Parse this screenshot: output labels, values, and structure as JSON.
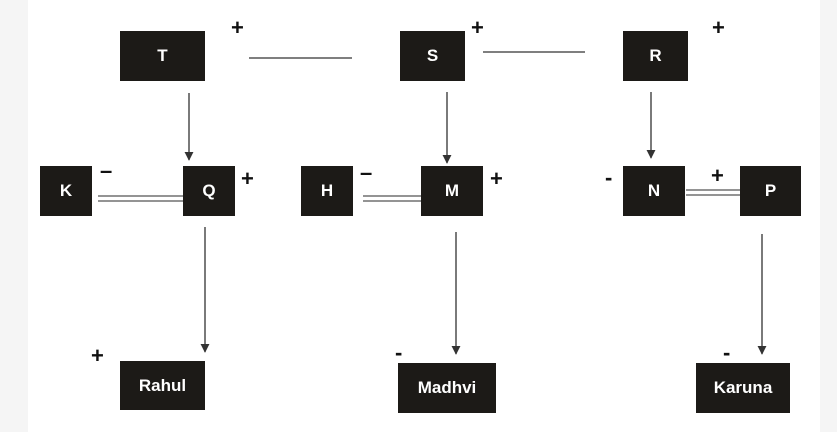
{
  "nodes": {
    "T": "T",
    "S": "S",
    "R": "R",
    "K": "K",
    "Q": "Q",
    "H": "H",
    "M": "M",
    "N": "N",
    "P": "P",
    "Rahul": "Rahul",
    "Madhvi": "Madhvi",
    "Karuna": "Karuna"
  },
  "signs": {
    "T": "+",
    "S": "+",
    "R": "+",
    "K": "–",
    "Q": "+",
    "H": "–",
    "M": "+",
    "N": "-",
    "P": "+",
    "Rahul": "+",
    "Madhvi": "-",
    "Karuna": "-"
  },
  "relations": [
    {
      "from": "T",
      "to": "S",
      "kind": "married"
    },
    {
      "from": "S",
      "to": "R",
      "kind": "married"
    },
    {
      "from": "T",
      "to": "Q",
      "kind": "parent-child"
    },
    {
      "from": "S",
      "to": "M",
      "kind": "parent-child"
    },
    {
      "from": "R",
      "to": "N",
      "kind": "parent-child"
    },
    {
      "from": "K",
      "to": "Q",
      "kind": "sibling"
    },
    {
      "from": "H",
      "to": "M",
      "kind": "sibling"
    },
    {
      "from": "N",
      "to": "P",
      "kind": "sibling"
    },
    {
      "from": "Q",
      "to": "Rahul",
      "kind": "parent-child"
    },
    {
      "from": "M",
      "to": "Madhvi",
      "kind": "parent-child"
    },
    {
      "from": "P",
      "to": "Karuna",
      "kind": "parent-child"
    }
  ],
  "colors": {
    "node": "#1c1a17",
    "text": "#ffffff",
    "line": "#333333"
  }
}
